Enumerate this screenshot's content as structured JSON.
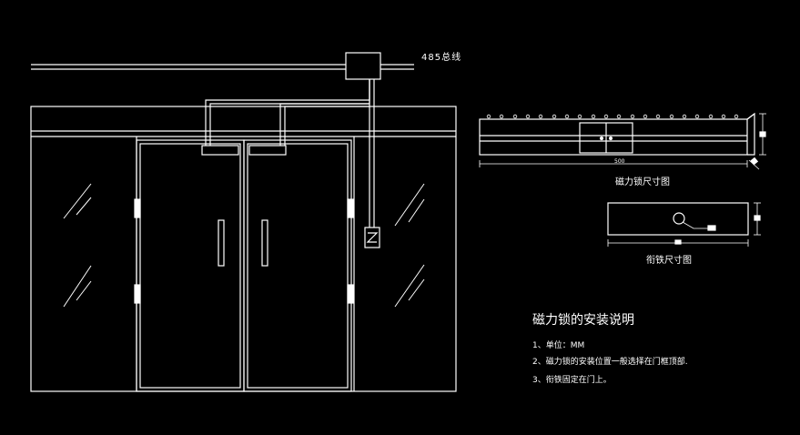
{
  "bus": {
    "label": "485总线"
  },
  "figures": {
    "maglock_caption": "磁力锁尺寸图",
    "armature_caption": "衔铁尺寸图",
    "maglock_width_dim": "500"
  },
  "notes": {
    "title": "磁力锁的安装说明",
    "items": [
      "1、单位：MM",
      "2、磁力锁的安装位置一般选择在门框顶部.",
      "3、衔铁固定在门上。"
    ]
  },
  "colors": {
    "background": "#000000",
    "line": "#ffffff"
  }
}
